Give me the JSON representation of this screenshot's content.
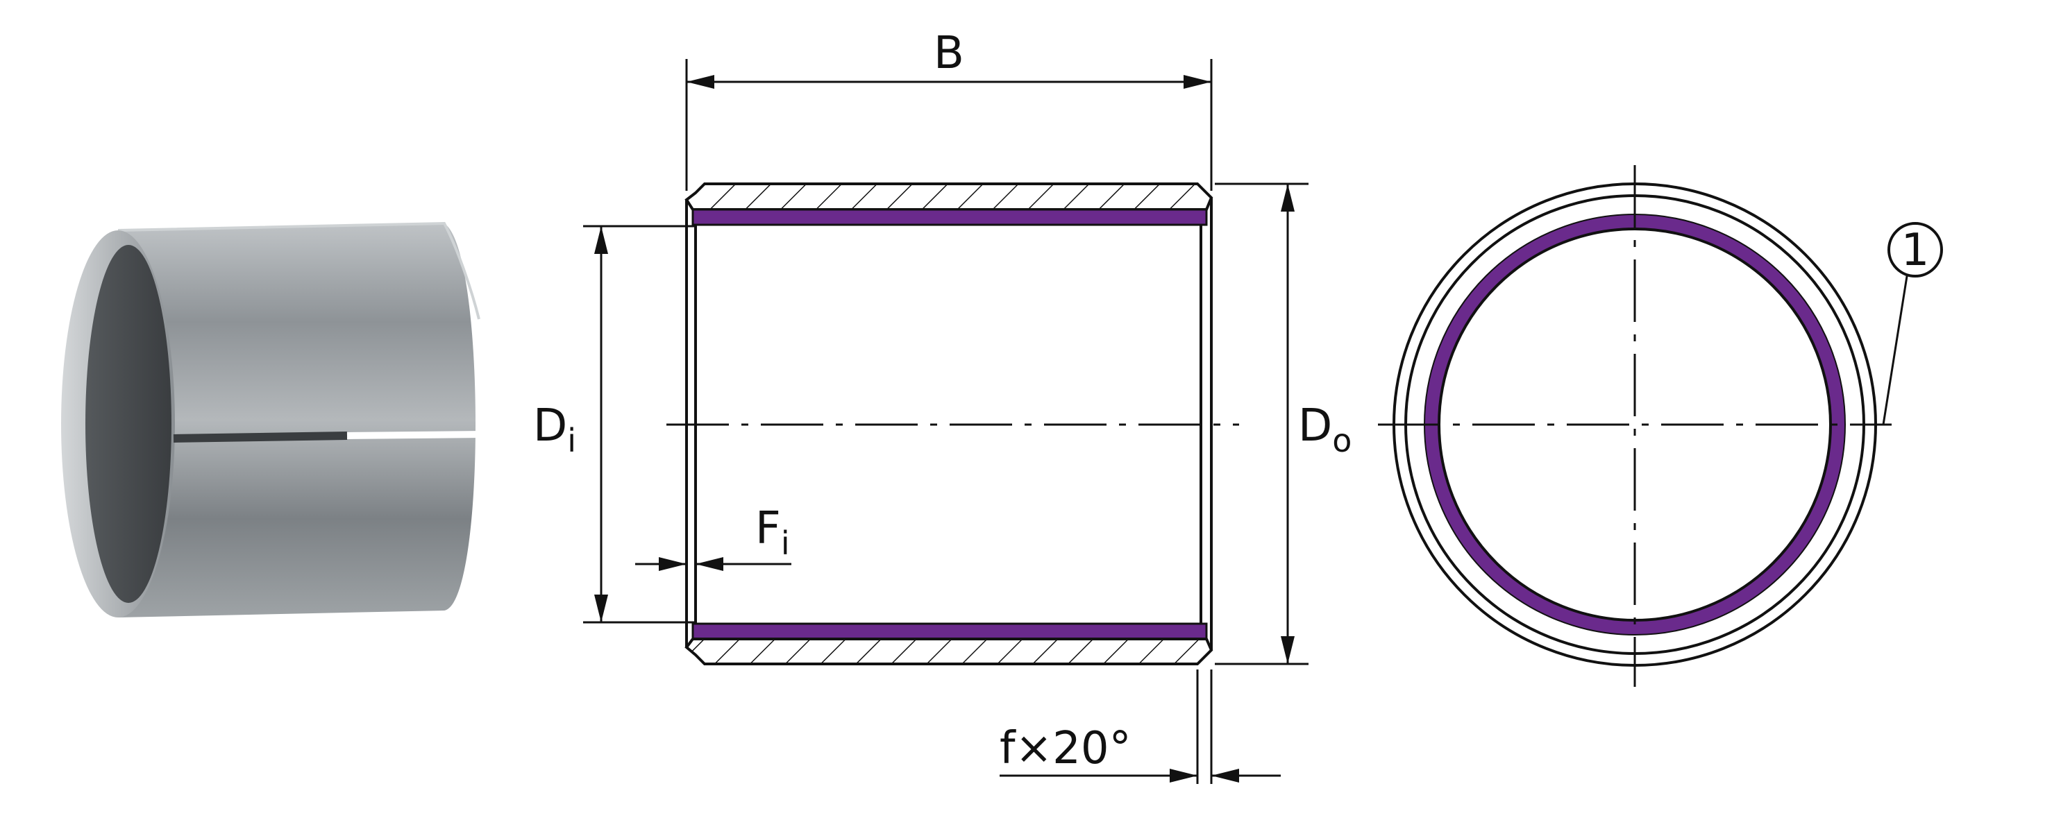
{
  "labels": {
    "width": "B",
    "inner_diameter_main": "D",
    "inner_diameter_sub": "i",
    "outer_diameter_main": "D",
    "outer_diameter_sub": "o",
    "bore_after_assembly_main": "F",
    "bore_after_assembly_sub": "i",
    "chamfer": "f×20°",
    "callout_number": "1"
  },
  "colors": {
    "sliding_layer": "#6a2a8c",
    "outline": "#111111",
    "background": "#ffffff"
  },
  "icons": {
    "product_render": "grey-metal-split-bushing"
  }
}
